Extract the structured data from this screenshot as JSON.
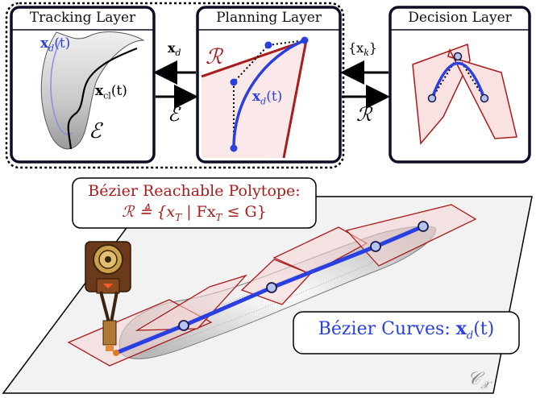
{
  "panels": {
    "tracking": {
      "title": "Tracking Layer",
      "xd_label": "x",
      "xd_sub": "d",
      "xd_arg": "(t)",
      "xcl_label": "x",
      "xcl_sub": "cl",
      "xcl_arg": "(t)",
      "set_label": "ℰ"
    },
    "planning": {
      "title": "Planning Layer",
      "set_label": "ℛ",
      "xd_label": "x",
      "xd_sub": "d",
      "xd_arg": "(t)"
    },
    "decision": {
      "title": "Decision Layer"
    }
  },
  "arrows": {
    "planning_to_tracking": {
      "label": "x",
      "sub": "d"
    },
    "tracking_to_planning": {
      "label": "ℰ"
    },
    "decision_to_planning": {
      "label": "{x",
      "sub": "k",
      "close": "}"
    },
    "planning_to_decision": {
      "label": "ℛ"
    }
  },
  "callouts": {
    "polytope": {
      "line1": "Bézier Reachable Polytope:",
      "line2": "ℛ ≜ {x",
      "line2_sub": "T",
      "line2_mid": " | Fx",
      "line2_sub2": "T",
      "line2_end": " ≤ G}"
    },
    "curves": {
      "text": "Bézier Curves: ",
      "math": "x",
      "sub": "d",
      "arg": "(t)"
    }
  },
  "plane_label": "𝒞",
  "plane_sub": "𝒳",
  "colors": {
    "blue": "#2a3fe0",
    "red": "#a81c1c",
    "node_fill": "#b8c4f0",
    "poly_fill": "#f6d6d6"
  }
}
